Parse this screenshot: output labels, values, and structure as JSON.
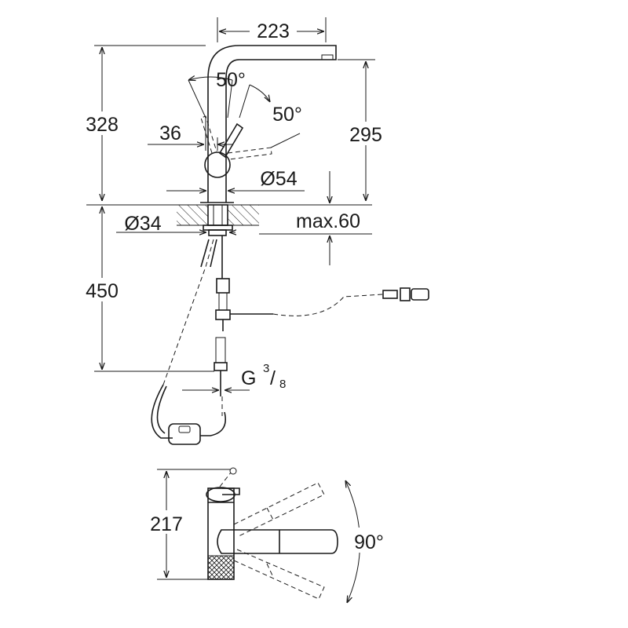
{
  "dimensions": {
    "spout_reach": "223",
    "total_height": "328",
    "spout_height": "295",
    "lever_angle_back": "50°",
    "lever_angle_front": "50°",
    "lever_offset": "36",
    "base_diameter": "Ø54",
    "hole_diameter": "Ø34",
    "max_thickness": "max.60",
    "hose_length": "450",
    "thread_g": "G",
    "thread_num": "3",
    "thread_sep": "/",
    "thread_den": "8",
    "plan_depth": "217",
    "swivel_angle": "90°"
  },
  "colors": {
    "line": "#1a1a1a",
    "background": "#ffffff"
  }
}
